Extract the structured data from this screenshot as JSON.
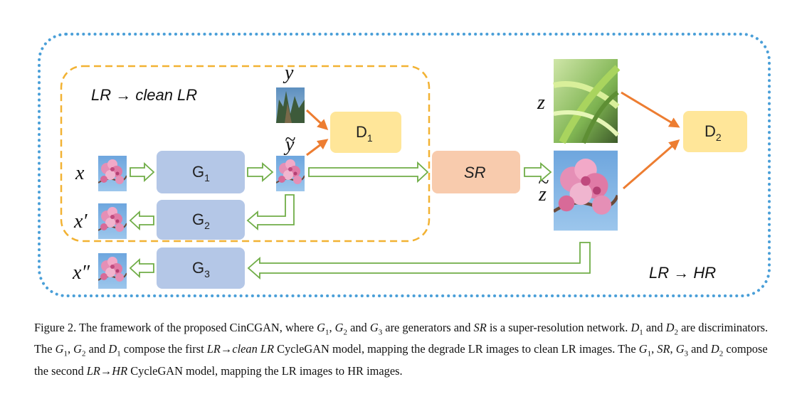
{
  "diagram": {
    "regions": {
      "outer_label": "LR → HR",
      "inner_label": "LR → clean LR"
    },
    "boxes": {
      "g1": {
        "name": "G",
        "sub": "1"
      },
      "g2": {
        "name": "G",
        "sub": "2"
      },
      "g3": {
        "name": "G",
        "sub": "3"
      },
      "d1": {
        "name": "D",
        "sub": "1"
      },
      "d2": {
        "name": "D",
        "sub": "2"
      },
      "sr": {
        "name": "SR"
      }
    },
    "variables": {
      "x": "x",
      "x_prime": "x′",
      "x_dprime": "x″",
      "y": "y",
      "y_tilde": "y",
      "z": "z",
      "z_tilde": "z",
      "tilde": "~"
    },
    "colors": {
      "outer_dots": "#4a9fd8",
      "inner_dash": "#f2b233",
      "generator": "#b4c7e7",
      "discriminator": "#ffe699",
      "sr": "#f8cbad",
      "green_arrow": "#70ad47",
      "orange_arrow": "#ed7d31"
    }
  },
  "caption": {
    "p1": "Figure 2. The framework of the proposed CinCGAN, where ",
    "g1": "G",
    "g1s": "1",
    "p2": ", ",
    "g2": "G",
    "g2s": "2",
    "p3": " and ",
    "g3": "G",
    "g3s": "3",
    "p4": " are generators and ",
    "sr": "SR",
    "p5": " is a super-resolution network. ",
    "d1": "D",
    "d1s": "1",
    "p6": " and ",
    "d2": "D",
    "d2s": "2",
    "p7": " are discriminators. The ",
    "b_g1": "G",
    "b_g1s": "1",
    "p8": ", ",
    "b_g2": "G",
    "b_g2s": "2",
    "p9": " and ",
    "b_d1": "D",
    "b_d1s": "1",
    "p10": " compose the first ",
    "m1": "LR→clean LR",
    "p11": " CycleGAN model, mapping the degrade LR images to clean LR images. The ",
    "c_g1": "G",
    "c_g1s": "1",
    "p12": ", ",
    "c_sr": "SR",
    "p13": ", ",
    "c_g3": "G",
    "c_g3s": "3",
    "p14": " and ",
    "c_d2": "D",
    "c_d2s": "2",
    "p15": " compose the second ",
    "m2": "LR→HR",
    "p16": " CycleGAN model, mapping the LR images to HR images."
  }
}
